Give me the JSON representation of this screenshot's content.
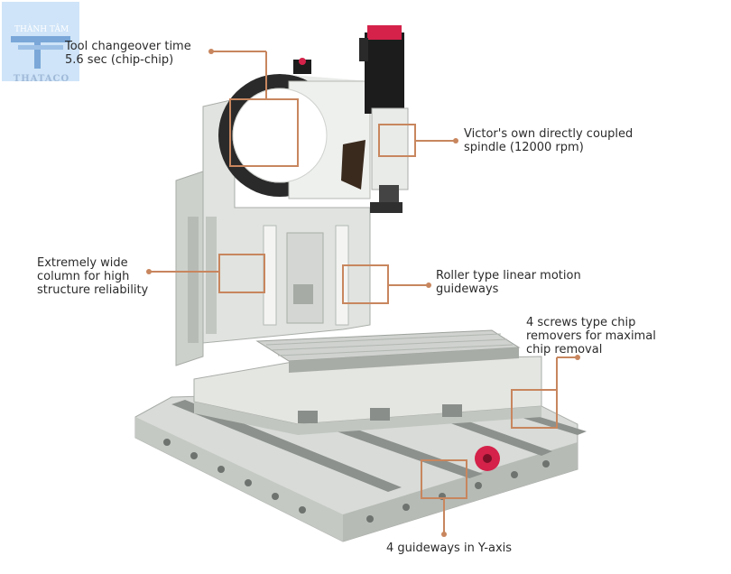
{
  "logo": {
    "text_top": "THÀNH TÂM",
    "text_bottom": "THATACO"
  },
  "callouts": {
    "tool_changeover": {
      "lines": [
        "Tool changeover time",
        "5.6 sec (chip-chip)"
      ]
    },
    "spindle": {
      "lines": [
        "Victor's own directly coupled",
        "spindle (12000 rpm)"
      ]
    },
    "column": {
      "lines": [
        "Extremely wide",
        "column for high",
        "structure reliability"
      ]
    },
    "guideways_linear": {
      "lines": [
        "Roller type linear motion",
        "guideways"
      ]
    },
    "chip_removers": {
      "lines": [
        "4 screws type chip",
        "removers for maximal",
        "chip removal"
      ]
    },
    "guideways_y": {
      "lines": [
        "4 guideways in Y-axis"
      ]
    }
  },
  "colors": {
    "callout": "#c8865e",
    "machine_body": "#dfe2de",
    "machine_shadow": "#b9bdb9",
    "accent_red": "#d4224a",
    "motor_black": "#1c1c1c"
  }
}
